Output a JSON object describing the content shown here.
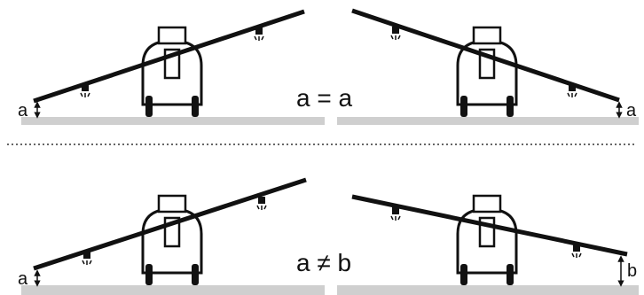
{
  "top": {
    "equation": "a = a",
    "left_label": "a",
    "right_label": "a"
  },
  "bottom": {
    "equation": "a ≠ b",
    "left_label": "a",
    "right_label": "b"
  },
  "colors": {
    "ground": "#cfcfcf",
    "ink": "#111111",
    "divider": "#333333"
  }
}
